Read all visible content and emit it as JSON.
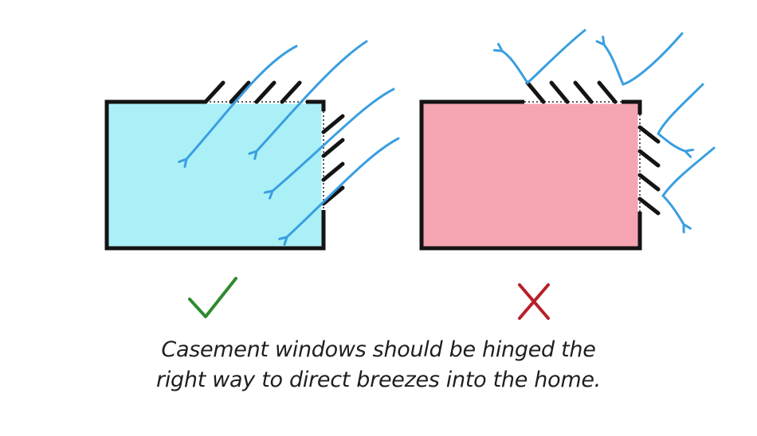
{
  "colors": {
    "good_room": "#aaf0f6",
    "bad_room": "#f5a5b2",
    "outline": "#141414",
    "wind": "#3a9ee0",
    "check": "#2f8a2f",
    "cross": "#b81f2a"
  },
  "panels": [
    {
      "verdict": "correct",
      "mark_icon": "check-mark-icon",
      "wind_direction": "into-home"
    },
    {
      "verdict": "incorrect",
      "mark_icon": "cross-mark-icon",
      "wind_direction": "away-from-home"
    }
  ],
  "caption": {
    "line1": "Casement windows should be hinged the",
    "line2": "right way to direct breezes into the home."
  }
}
